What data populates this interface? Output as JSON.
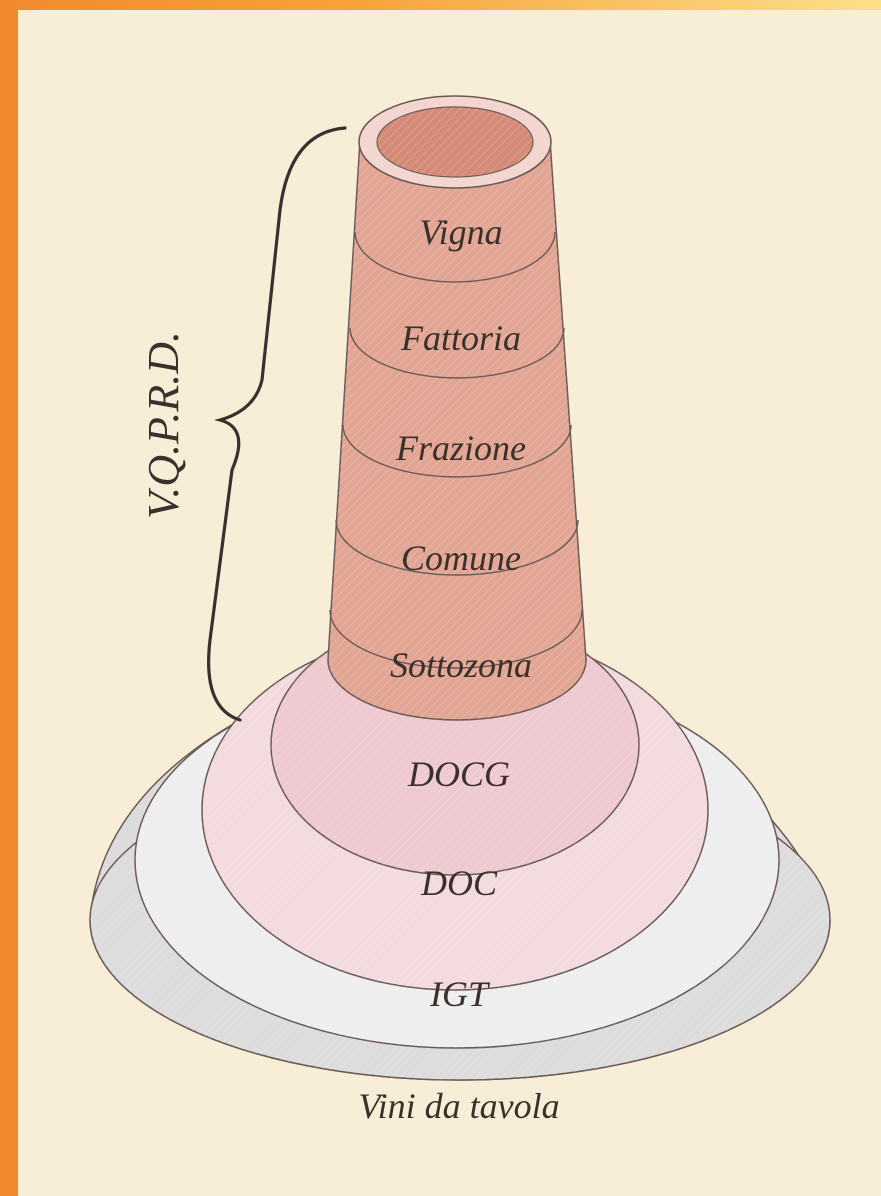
{
  "diagram": {
    "bracket_label": "V.Q.P.R.D.",
    "tiers": [
      {
        "label": "Vigna"
      },
      {
        "label": "Fattoria"
      },
      {
        "label": "Frazione"
      },
      {
        "label": "Comune"
      },
      {
        "label": "Sottozona"
      },
      {
        "label": "DOCG"
      },
      {
        "label": "DOC"
      },
      {
        "label": "IGT"
      },
      {
        "label": "Vini da tavola"
      }
    ]
  },
  "colors": {
    "paper": "#f8edd6",
    "tower": "#e2a593",
    "tower_rim": "#f3d6cf",
    "docg_band": "#eec9cf",
    "doc_band": "#f2dade",
    "igt_band": "#eeeeee",
    "base_band": "#dcdcdc",
    "outline": "#6a5a56"
  }
}
